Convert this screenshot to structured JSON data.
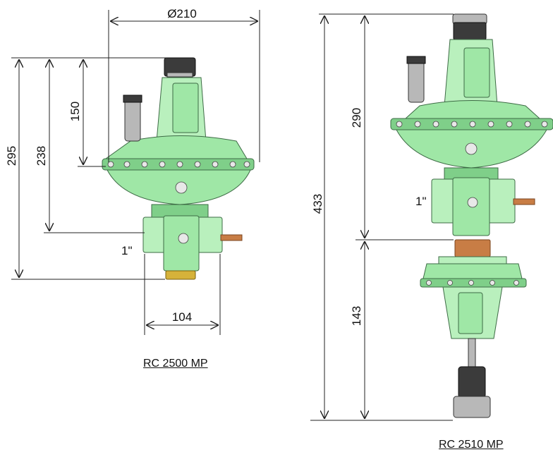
{
  "left_drawing": {
    "dimensions": {
      "diameter": "Ø210",
      "total_height": "295",
      "height_238": "238",
      "height_150": "150",
      "width_104": "104",
      "thread": "1\""
    },
    "caption": "RC 2500 MP"
  },
  "right_drawing": {
    "dimensions": {
      "total_height": "433",
      "upper_height": "290",
      "lower_height": "143",
      "thread": "1\""
    },
    "caption": "RC 2510 MP"
  },
  "colors": {
    "regulator_green": "#9fe7a6",
    "line": "#222222"
  }
}
